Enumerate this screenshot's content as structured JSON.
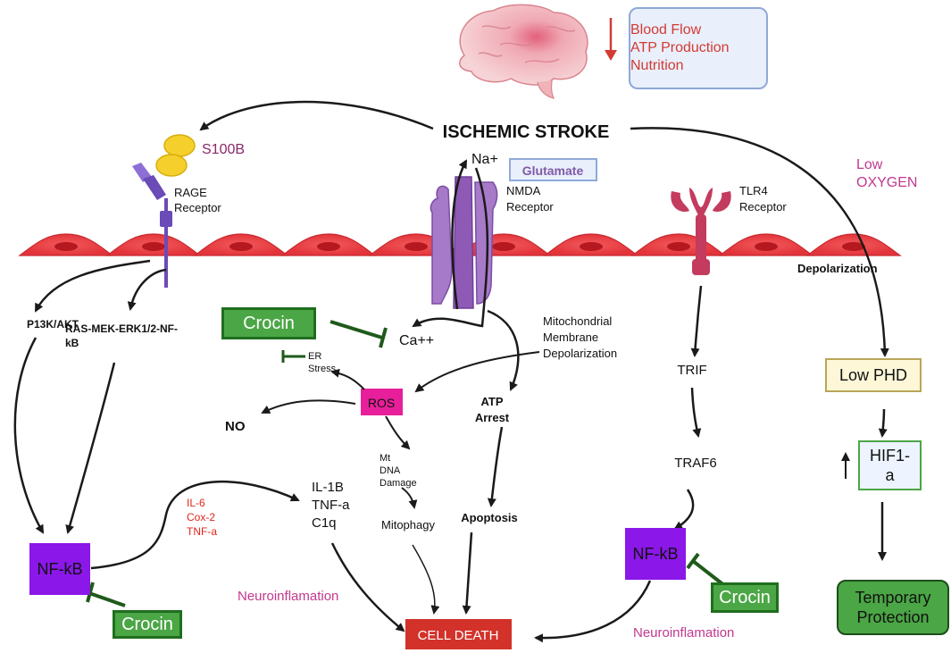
{
  "title": "ISCHEMIC STROKE",
  "effects": [
    "Blood Flow",
    "ATP Production",
    "Nutrition"
  ],
  "labels": {
    "s100b": "S100B",
    "rage": [
      "RAGE",
      "Receptor"
    ],
    "na": "Na+",
    "glutamate": "Glutamate",
    "nmda": [
      "NMDA",
      "Receptor"
    ],
    "tlr4": [
      "TLR4",
      "Receptor"
    ],
    "low_oxygen": [
      "Low",
      "OXYGEN"
    ],
    "depolarization": "Depolarization",
    "pi3k": "P13K/AKT",
    "ras": [
      "RAS-MEK-ERK1/2-NF-",
      "kB"
    ],
    "ca": "Ca++",
    "mito": [
      "Mitochondrial",
      "Membrane",
      "Depolarization"
    ],
    "er": [
      "ER",
      "Stress"
    ],
    "ros": "ROS",
    "no": "NO",
    "atp_arrest": [
      "ATP",
      "Arrest"
    ],
    "mt_dna": [
      "Mt",
      "DNA",
      "Damage"
    ],
    "mitophagy": "Mitophagy",
    "apoptosis": "Apoptosis",
    "cytokines": [
      "IL-1B",
      "TNF-a",
      "C1q"
    ],
    "mediators": [
      "IL-6",
      "Cox-2",
      "TNF-a"
    ],
    "neuroinflam_left": "Neuroinflamation",
    "neuroinflam_right": "Neuroinflamation",
    "cell_death": "CELL DEATH",
    "trif": "TRIF",
    "traf6": "TRAF6",
    "nfkb": "NF-kB",
    "crocin": "Crocin",
    "low_phd": "Low PHD",
    "hif1a": [
      "HIF1-",
      "a"
    ],
    "temporary_protection": [
      "Temporary",
      "Protection"
    ]
  },
  "colors": {
    "arrow": "#1a1a1a",
    "inhibitor": "#1f5a1a",
    "crocin": "#4ba645",
    "nfkb": "#8b17e8",
    "ros": "#e71f9a",
    "cell_death": "#d2322a",
    "membrane": "#e8373d",
    "magenta_text": "#c2388f",
    "red_text": "#d23b33"
  }
}
